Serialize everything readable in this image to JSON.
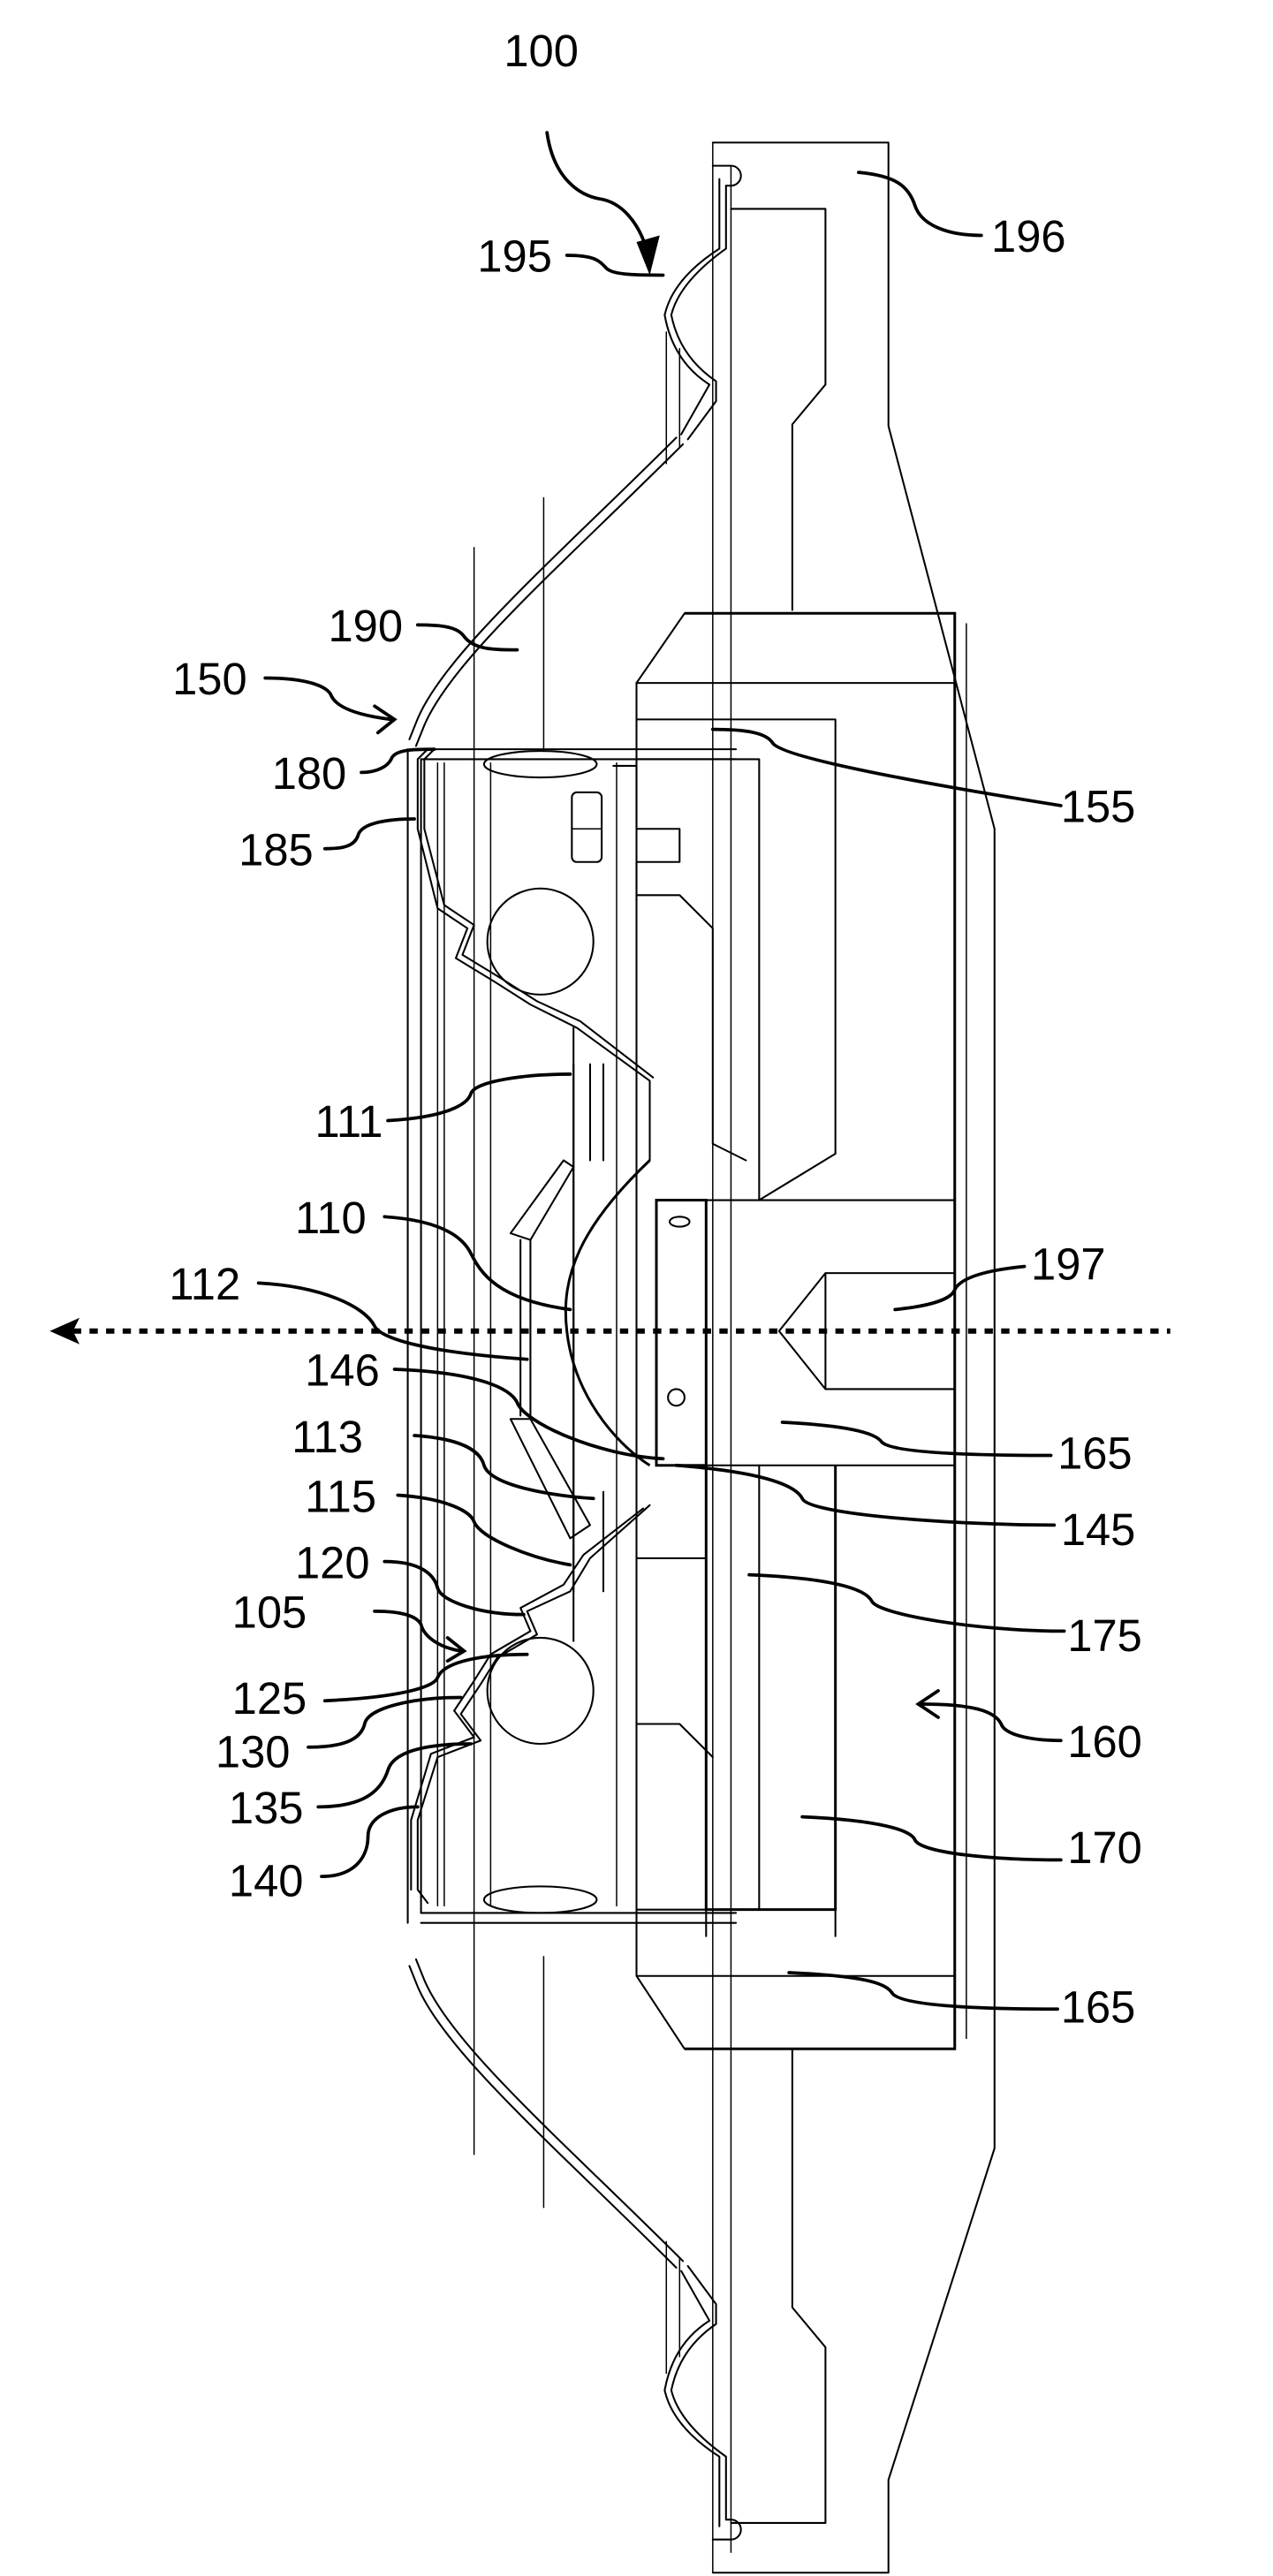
{
  "figure": {
    "type": "patent-drawing",
    "description": "Cross-sectional side view of assembly 100",
    "stroke_color": "#000000",
    "background_color": "#ffffff"
  },
  "labels": [
    {
      "id": "100",
      "text": "100"
    },
    {
      "id": "195",
      "text": "195"
    },
    {
      "id": "196",
      "text": "196"
    },
    {
      "id": "190",
      "text": "190"
    },
    {
      "id": "150",
      "text": "150"
    },
    {
      "id": "180",
      "text": "180"
    },
    {
      "id": "155",
      "text": "155"
    },
    {
      "id": "185",
      "text": "185"
    },
    {
      "id": "111",
      "text": "111"
    },
    {
      "id": "110",
      "text": "110"
    },
    {
      "id": "197",
      "text": "197"
    },
    {
      "id": "112",
      "text": "112"
    },
    {
      "id": "146",
      "text": "146"
    },
    {
      "id": "165a",
      "text": "165"
    },
    {
      "id": "113",
      "text": "113"
    },
    {
      "id": "145",
      "text": "145"
    },
    {
      "id": "115",
      "text": "115"
    },
    {
      "id": "120",
      "text": "120"
    },
    {
      "id": "175",
      "text": "175"
    },
    {
      "id": "105",
      "text": "105"
    },
    {
      "id": "160",
      "text": "160"
    },
    {
      "id": "125",
      "text": "125"
    },
    {
      "id": "130",
      "text": "130"
    },
    {
      "id": "135",
      "text": "135"
    },
    {
      "id": "170",
      "text": "170"
    },
    {
      "id": "140",
      "text": "140"
    },
    {
      "id": "165b",
      "text": "165"
    }
  ]
}
